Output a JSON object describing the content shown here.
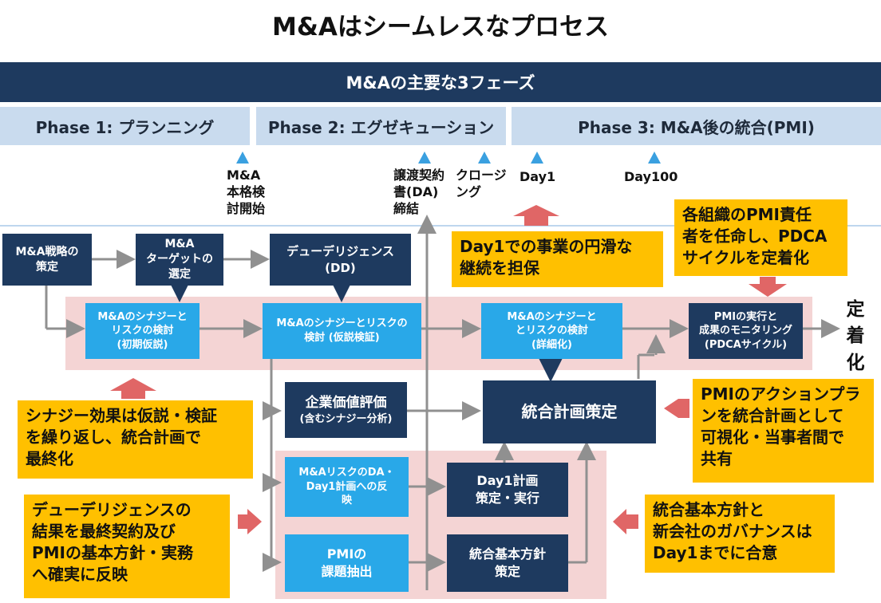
{
  "title": "M&Aはシームレスなプロセス",
  "banner": "M&Aの主要な3フェーズ",
  "phases": [
    "Phase 1: プランニング",
    "Phase 2: エグゼキューション",
    "Phase 3: M&A後の統合(PMI)"
  ],
  "milestones": {
    "m1": "M&A\n本格検\n討開始",
    "m2": "譲渡契約\n書(DA)\n締結",
    "m3": "クロージ\nング",
    "m4": "Day1",
    "m5": "Day100"
  },
  "boxes": {
    "strategy": "M&A戦略の\n策定",
    "target": "M&A\nターゲットの\n選定",
    "dd": "デューデリジェンス\n(DD)",
    "syn1": "M&Aのシナジーと\nリスクの検討\n(初期仮説)",
    "syn2": "M&Aのシナジーとリスクの\n検討 (仮説検証)",
    "syn3": "M&Aのシナジーと\nとリスクの検討\n(詳細化)",
    "pmi_exec": "PMIの実行と\n成果のモニタリング\n(PDCAサイクル)",
    "valuation1": "企業価値評価",
    "valuation2": "(含むシナジー分析)",
    "plan": "統合計画策定",
    "risk": "M&AリスクのDA・\nDay1計画への反\n映",
    "day1plan": "Day1計画\n策定・実行",
    "pmi_issue": "PMIの\n課題抽出",
    "policy": "統合基本方針\n策定"
  },
  "final_label": "定\n着\n化",
  "notes": {
    "n_day1": "Day1での事業の円滑な\n継続を担保",
    "n_pmi_resp": "各組織のPMI責任\n者を任命し、PDCA\nサイクルを定着化",
    "n_synergy": "シナジー効果は仮説・検証\nを繰り返し、統合計画で\n最終化",
    "n_action": "PMIのアクションプラ\nンを統合計画として\n可視化・当事者間で\n共有",
    "n_dd": "デューデリジェンスの\n結果を最終契約及び\nPMIの基本方針・実務\nへ確実に反映",
    "n_gov": "統合基本方針と\n新会社のガバナンスは\nDay1までに合意"
  },
  "colors": {
    "dark_navy": "#1e3a5f",
    "light_blue": "#29a8e8",
    "phase_blue": "#c9dbee",
    "note_yellow": "#ffc000",
    "pink_band": "#f4d4d4",
    "arrow_salmon": "#e06666"
  }
}
